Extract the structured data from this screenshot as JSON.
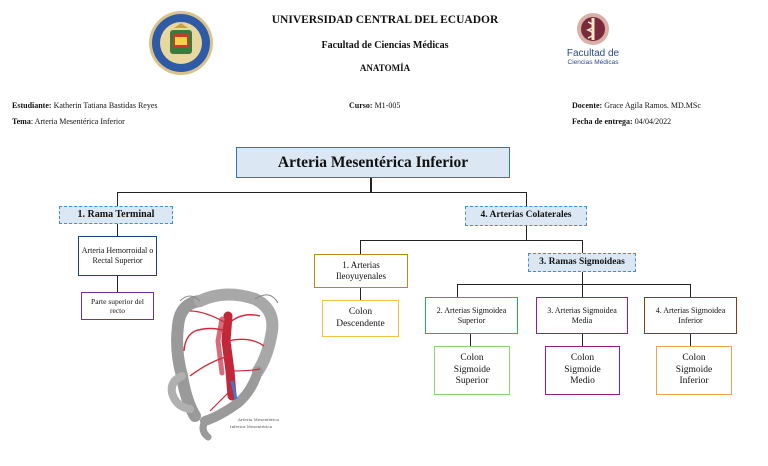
{
  "header": {
    "university": "UNIVERSIDAD CENTRAL DEL ECUADOR",
    "faculty": "Facultad de Ciencias Médicas",
    "subject": "ANATOMÍA",
    "logo_right_text1": "Facultad de",
    "logo_right_text2": "Ciencias Médicas"
  },
  "info": {
    "student_label": "Estudiante:",
    "student_value": "Katherin Tatiana Bastidas Reyes",
    "topic_label": "Tema",
    "topic_value": ": Arteria Mesentérica Inferior",
    "course_label": "Curso:",
    "course_value": "M1-005",
    "teacher_label": "Docente:",
    "teacher_value": "Grace Agila Ramos. MD.MSc",
    "date_label": "Fecha de entrega:",
    "date_value": "04/04/2022"
  },
  "chart": {
    "root": "Arteria Mesentérica Inferior",
    "branch1": "1.  Rama Terminal",
    "branch1_child": "Arteria Hemorroidal o Rectal Superior",
    "branch1_leaf": "Parte superior del recto",
    "branch4": "4. Arterias Colaterales",
    "ileo": "1.  Arterias Ileoyuyenales",
    "ileo_leaf": "Colon Descendente",
    "sigm": "3. Ramas Sigmoideas",
    "s_sup": "2. Arterias Sigmoidea Superior",
    "s_sup_leaf": "Colon Sigmoide Superior",
    "s_med": "3.  Arterias Sigmoidea Media",
    "s_med_leaf": "Colon Sigmoide Medio",
    "s_inf": "4.  Arterias Sigmoidea Inferior",
    "s_inf_leaf": "Colon Sigmoide Inferior"
  },
  "colors": {
    "root_border": "#2e75b6",
    "root_bg": "#dbe7f3",
    "dark_blue": "#1f3c88",
    "purple": "#7030a0",
    "gold": "#b88a1a",
    "yellow": "#f5c242",
    "green": "#2faa55",
    "green_light": "#8fd16a",
    "magenta": "#9a1a88",
    "brown": "#8a3a10",
    "orange": "#f4a04a"
  },
  "image_caption": [
    "Arteria Mesentérica",
    "Inferior Mesentérica"
  ]
}
